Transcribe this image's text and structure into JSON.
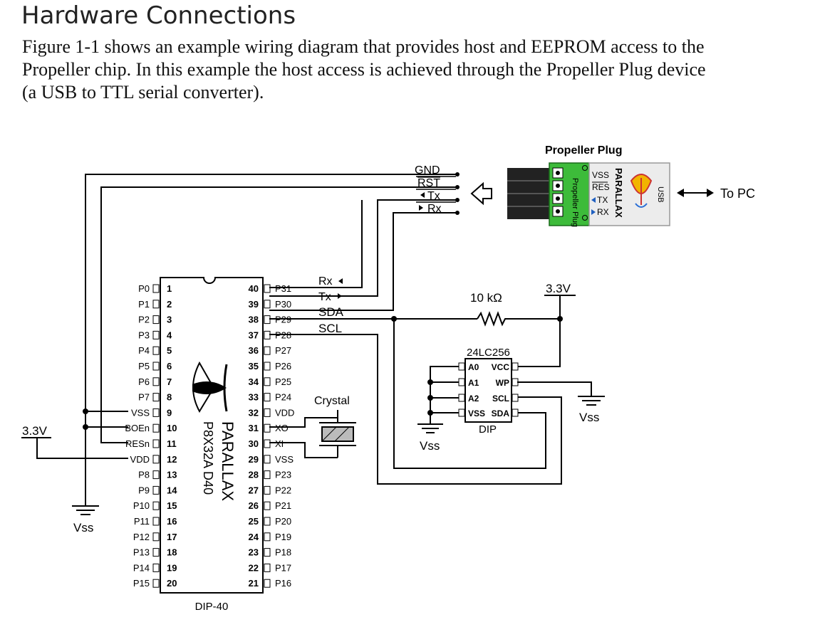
{
  "heading": "Hardware Connections",
  "paragraph": {
    "line1": "Figure 1-1 shows an example wiring diagram that provides host and EEPROM access to the",
    "line2": "Propeller chip.  In this example the host access is achieved through the Propeller Plug device",
    "line3": "(a USB to TTL serial converter)."
  },
  "diagram": {
    "header_pins": {
      "gnd": "GND",
      "rst": "RST",
      "tx": "Tx",
      "rx": "Rx"
    },
    "propeller_plug": {
      "title": "Propeller Plug",
      "board_label": "Propeller Plug",
      "pins": {
        "vss": "VSS",
        "res": "RES",
        "tx": "TX",
        "rx": "RX"
      },
      "brand": "PARALLAX",
      "usb": "USB",
      "to_pc": "To PC"
    },
    "chip": {
      "label": "DIP-40",
      "marking_brand": "PARALLAX",
      "marking_part": "P8X32A D40",
      "left_pins": [
        {
          "num": "1",
          "name": "P0"
        },
        {
          "num": "2",
          "name": "P1"
        },
        {
          "num": "3",
          "name": "P2"
        },
        {
          "num": "4",
          "name": "P3"
        },
        {
          "num": "5",
          "name": "P4"
        },
        {
          "num": "6",
          "name": "P5"
        },
        {
          "num": "7",
          "name": "P6"
        },
        {
          "num": "8",
          "name": "P7"
        },
        {
          "num": "9",
          "name": "VSS"
        },
        {
          "num": "10",
          "name": "BOEn"
        },
        {
          "num": "11",
          "name": "RESn"
        },
        {
          "num": "12",
          "name": "VDD"
        },
        {
          "num": "13",
          "name": "P8"
        },
        {
          "num": "14",
          "name": "P9"
        },
        {
          "num": "15",
          "name": "P10"
        },
        {
          "num": "16",
          "name": "P11"
        },
        {
          "num": "17",
          "name": "P12"
        },
        {
          "num": "18",
          "name": "P13"
        },
        {
          "num": "19",
          "name": "P14"
        },
        {
          "num": "20",
          "name": "P15"
        }
      ],
      "right_pins": [
        {
          "num": "40",
          "name": "P31"
        },
        {
          "num": "39",
          "name": "P30"
        },
        {
          "num": "38",
          "name": "P29"
        },
        {
          "num": "37",
          "name": "P28"
        },
        {
          "num": "36",
          "name": "P27"
        },
        {
          "num": "35",
          "name": "P26"
        },
        {
          "num": "34",
          "name": "P25"
        },
        {
          "num": "33",
          "name": "P24"
        },
        {
          "num": "32",
          "name": "VDD"
        },
        {
          "num": "31",
          "name": "XO"
        },
        {
          "num": "30",
          "name": "XI"
        },
        {
          "num": "29",
          "name": "VSS"
        },
        {
          "num": "28",
          "name": "P23"
        },
        {
          "num": "27",
          "name": "P22"
        },
        {
          "num": "26",
          "name": "P21"
        },
        {
          "num": "25",
          "name": "P20"
        },
        {
          "num": "24",
          "name": "P19"
        },
        {
          "num": "23",
          "name": "P18"
        },
        {
          "num": "22",
          "name": "P17"
        },
        {
          "num": "21",
          "name": "P16"
        }
      ]
    },
    "signals": {
      "rx": "Rx",
      "tx": "Tx",
      "sda": "SDA",
      "scl": "SCL"
    },
    "power": {
      "v33_left": "3.3V",
      "v33_right": "3.3V",
      "vss_left": "Vss",
      "vss_mid": "Vss",
      "vss_right": "Vss"
    },
    "resistor": "10 kΩ",
    "crystal": "Crystal",
    "eeprom": {
      "part": "24LC256",
      "package": "DIP",
      "left_pins": [
        "A0",
        "A1",
        "A2",
        "VSS"
      ],
      "right_pins": [
        "VCC",
        "WP",
        "SCL",
        "SDA"
      ]
    }
  }
}
